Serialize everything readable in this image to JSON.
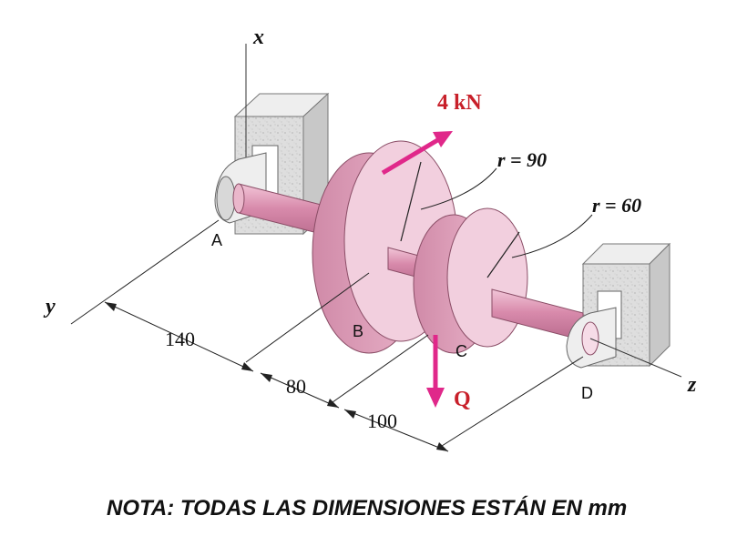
{
  "axes": {
    "x": "x",
    "y": "y",
    "z": "z"
  },
  "points": {
    "A": "A",
    "B": "B",
    "C": "C",
    "D": "D"
  },
  "forces": {
    "upper": "4 kN",
    "lower": "Q"
  },
  "radii": {
    "gear_b": "r = 90",
    "gear_c": "r = 60"
  },
  "dimensions": {
    "ab": "140",
    "bc": "80",
    "cd": "100"
  },
  "note": "NOTA: TODAS LAS DIMENSIONES ESTÁN EN mm",
  "colors": {
    "gear": "#e7a7c0",
    "gear_dark": "#c97b9c",
    "gear_face": "#f3d3e0",
    "shaft": "#d98aab",
    "force": "#e0288a",
    "label_red": "#c8202a",
    "support": "#dcdcdc",
    "support_dark": "#a9a9a9",
    "bearing": "#ececec"
  }
}
